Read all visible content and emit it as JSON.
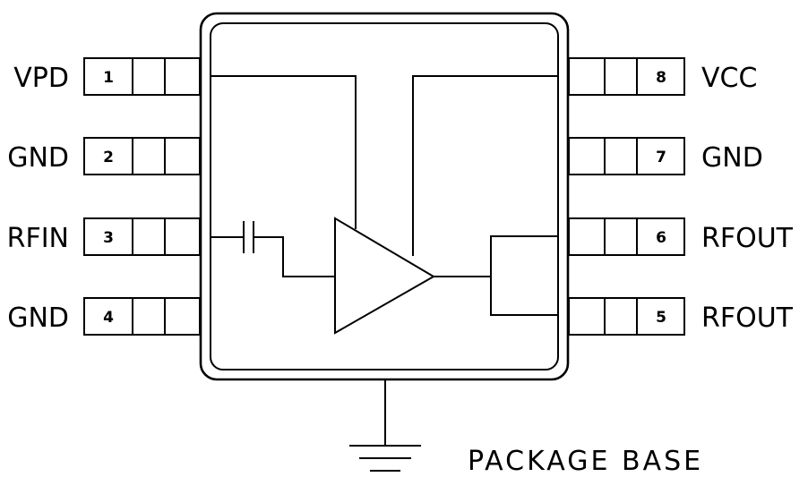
{
  "pins_left": [
    {
      "number": "1",
      "label": "VPD"
    },
    {
      "number": "2",
      "label": "GND"
    },
    {
      "number": "3",
      "label": "RFIN"
    },
    {
      "number": "4",
      "label": "GND"
    }
  ],
  "pins_right": [
    {
      "number": "8",
      "label": "VCC"
    },
    {
      "number": "7",
      "label": "GND"
    },
    {
      "number": "6",
      "label": "RFOUT"
    },
    {
      "number": "5",
      "label": "RFOUT"
    }
  ],
  "package_base_label": "PACKAGE BASE"
}
